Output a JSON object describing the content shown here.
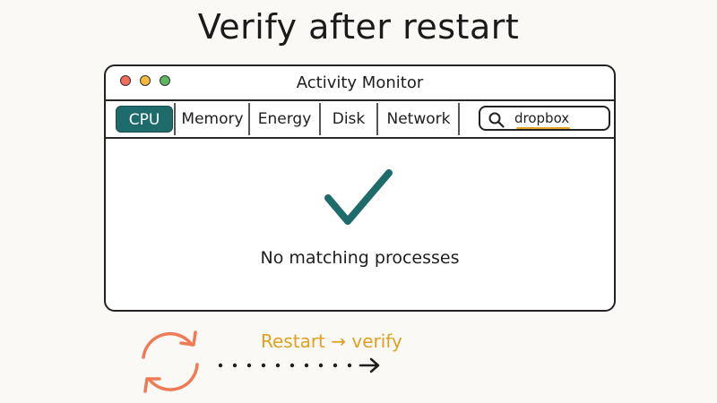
{
  "heading": "Verify after restart",
  "window": {
    "title": "Activity Monitor",
    "traffic_lights": {
      "close_color": "#f26b5b",
      "minimize_color": "#f5b83d",
      "zoom_color": "#5fb85f"
    }
  },
  "tabs": [
    {
      "label": "CPU",
      "active": true
    },
    {
      "label": "Memory",
      "active": false
    },
    {
      "label": "Energy",
      "active": false
    },
    {
      "label": "Disk",
      "active": false
    },
    {
      "label": "Network",
      "active": false
    }
  ],
  "search": {
    "icon": "search-icon",
    "value": "dropbox"
  },
  "results": {
    "icon": "checkmark-icon",
    "empty_message": "No matching processes"
  },
  "footer": {
    "icon": "restart-icon",
    "caption": "Restart → verify"
  },
  "colors": {
    "accent": "#1d6b6b",
    "search_highlight": "#e8a628",
    "restart": "#ee7b55",
    "caption": "#e0a020"
  }
}
